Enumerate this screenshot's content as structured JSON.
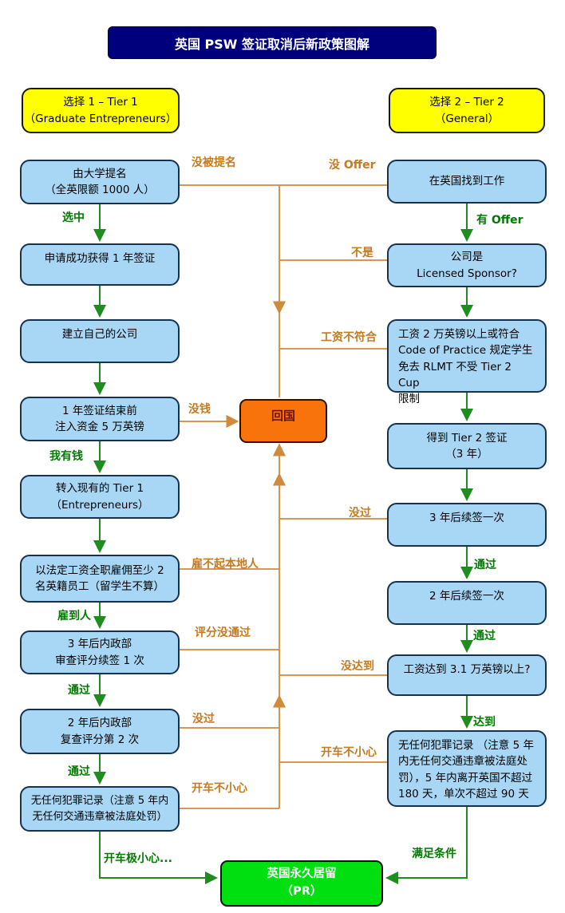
{
  "title": "英国 PSW 签证取消后新政策图解",
  "headers": {
    "tier1": "选择 1 – Tier 1\n（Graduate Entrepreneurs）",
    "tier2": "选择 2 – Tier 2\n（General）"
  },
  "left_flow": {
    "university_nomination": "由大学提名\n（全英限额 1000 人）",
    "one_year_visa": "申请成功获得 1 年签证",
    "establish_company": "建立自己的公司",
    "inject_capital": "1 年签证结束前\n注入资金 5 万英镑",
    "transfer_tier1": "转入现有的 Tier 1\n（Entrepreneurs）",
    "employ_two_uk_staff": "以法定工资全职雇佣至少 2\n名英籍员工（留学生不算）",
    "home_office_review_1": "3 年后内政部\n审查评分续签 1 次",
    "home_office_review_2": "2 年后内政部\n复查评分第 2 次",
    "no_criminal_record": "无任何犯罪记录（注意 5 年内\n无任何交通违章被法庭处罚）"
  },
  "right_flow": {
    "find_job_uk": "在英国找到工作",
    "licensed_sponsor": "公司是\nLicensed Sponsor?",
    "salary_code_of_practice": "工资 2 万英镑以上或符合\nCode of Practice 规定学生\n免去 RLMT 不受 Tier 2 Cup\n限制",
    "get_tier2_visa": "得到 Tier 2 签证\n（3 年）",
    "renew_after_3_years": "3 年后续签一次",
    "renew_after_2_years": "2 年后续签一次",
    "salary_31k": "工资达到 3.1 万英镑以上?",
    "no_criminal_record_180": "无任何犯罪记录 （注意 5 年\n内无任何交通违章被法庭处\n罚），5 年内离开英国不超过\n180 天，单次不超过 90 天"
  },
  "center": {
    "return_home": "回国",
    "pr": "英国永久居留\n（PR）"
  },
  "labels_green": {
    "selected": "选中",
    "have_money": "我有钱",
    "hired": "雇到人",
    "pass_l1": "通过",
    "pass_l2": "通过",
    "drive_very_carefully": "开车极小心...",
    "have_offer": "有 Offer",
    "pass_r1": "通过",
    "pass_r2": "通过",
    "reached": "达到",
    "meet_conditions": "满足条件"
  },
  "labels_orange": {
    "not_nominated": "没被提名",
    "no_offer": "没 Offer",
    "not_sponsor": "不是",
    "salary_not_match": "工资不符合",
    "no_money": "没钱",
    "cannot_hire_locals": "雇不起本地人",
    "score_fail": "评分没通过",
    "fail_left": "没过",
    "careless_driving_left": "开车不小心",
    "fail_right": "没过",
    "not_reached": "没达到",
    "careless_driving_right": "开车不小心"
  },
  "colors": {
    "title_bg": "#00007d",
    "title_text": "#ffffff",
    "header_bg": "#ffff00",
    "node_bg": "#a8d7f5",
    "node_border": "#16324f",
    "return_bg": "#f9730c",
    "return_text": "#6b1400",
    "pr_bg": "#00df10",
    "pr_text": "#ffffff",
    "green_path": "#1f8c1f",
    "green_label": "#007a00",
    "orange_path": "#cf8a3b",
    "orange_label": "#c47a1e"
  }
}
